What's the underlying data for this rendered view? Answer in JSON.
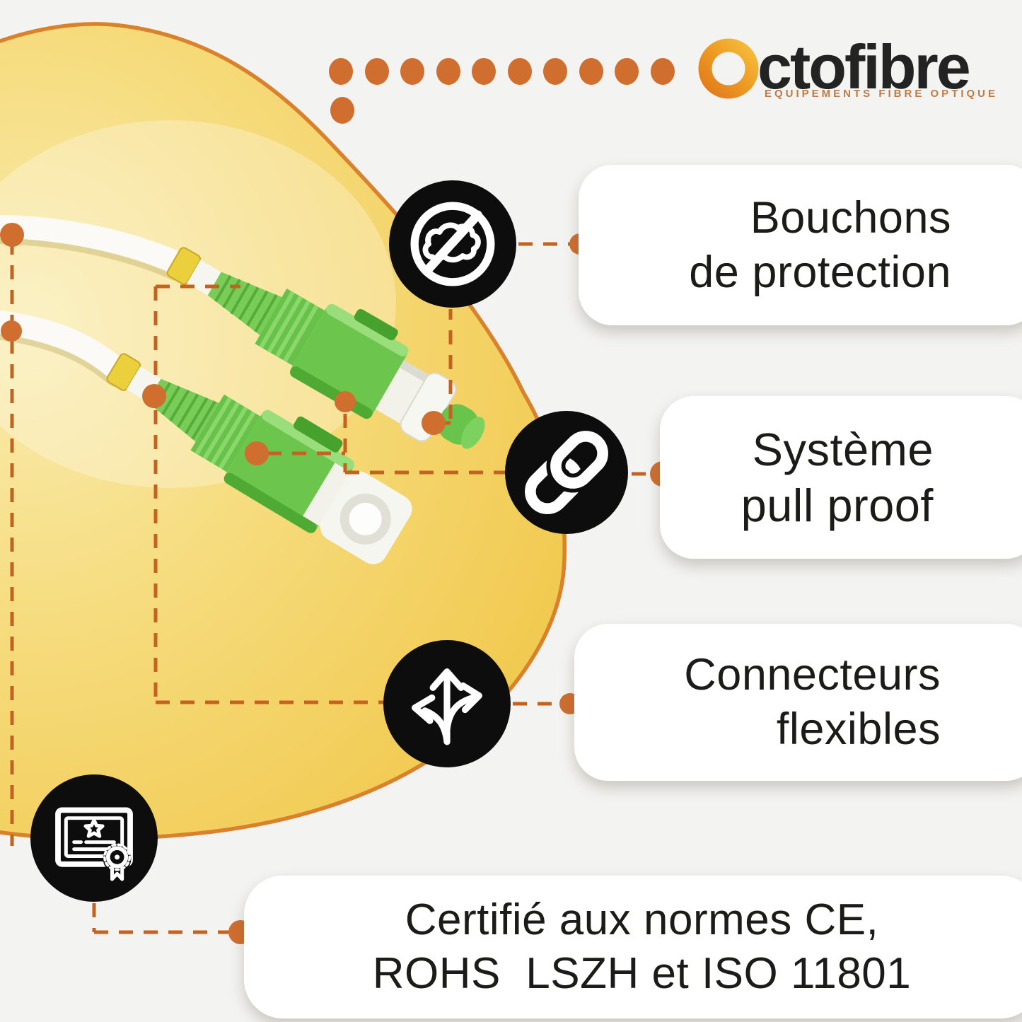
{
  "brand": {
    "name": "ctofibre",
    "wordmark_full": "Octofibre",
    "tagline": "EQUIPEMENTS FIBRE OPTIQUE"
  },
  "features": [
    {
      "line1": "Bouchons",
      "line2": "de protection",
      "icon": "no-dust-icon"
    },
    {
      "line1": "Système",
      "line2": "pull proof",
      "icon": "chain-link-icon"
    },
    {
      "line1": "Connecteurs",
      "line2": "flexibles",
      "icon": "direction-arrows-icon"
    },
    {
      "line1": "Certifié aux normes CE,",
      "line2": "ROHS  LSZH et ISO 11801",
      "icon": "certificate-icon"
    }
  ],
  "colors": {
    "background": "#F3F3F1",
    "card": "#FFFFFF",
    "text": "#1B1B1A",
    "icon_background": "#0D0D0D",
    "icon_glyph": "#FFFFFF",
    "blob_yellow": "#F3CE55",
    "blob_border": "#D9822B",
    "dashed_line_orange": "#C4621F",
    "dot_orange": "#CF6E2F",
    "triangle_orange": "#CE7B39",
    "connector_green": "#6CC64E",
    "cable_white": "#FBFAF6",
    "collar_yellow": "#EBCF3D",
    "logo_orange": "#E07A1C",
    "logo_text": "#232323",
    "tagline_orange": "#C07A45"
  }
}
